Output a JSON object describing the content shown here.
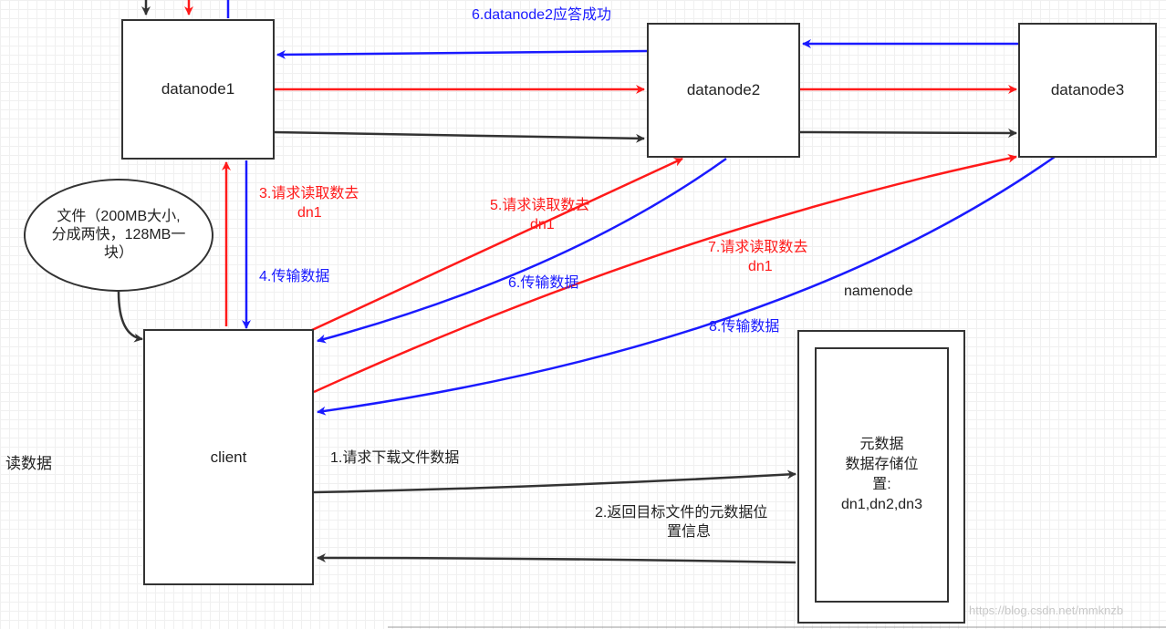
{
  "nodes": {
    "datanode1": "datanode1",
    "datanode2": "datanode2",
    "datanode3": "datanode3",
    "client": "client",
    "namenode_title": "namenode",
    "metadata_line1": "元数据",
    "metadata_line2": "数据存储位",
    "metadata_line3": "置:",
    "metadata_line4": "dn1,dn2,dn3"
  },
  "file_note": {
    "line1": "文件（200MB大小,",
    "line2": "分成两快，128MB一",
    "line3": "块）"
  },
  "side_label": "读数据",
  "labels": {
    "step1": "1.请求下载文件数据",
    "step2_line1": "2.返回目标文件的元数据位",
    "step2_line2": "置信息",
    "step3_line1": "3.请求读取数去",
    "step3_line2": "dn1",
    "step4": "4.传输数据",
    "step5_line1": "5.请求读取数去",
    "step5_line2": "dn1",
    "step6_top": "6.datanode2应答成功",
    "step6_transfer": "6.传输数据",
    "step7_line1": "7.请求读取数去",
    "step7_line2": "dn1",
    "step8": "8.传输数据"
  },
  "watermark": "https://blog.csdn.net/mmknzb",
  "colors": {
    "request": "#ff1a1a",
    "transfer": "#1a1aff",
    "flow": "#333333"
  }
}
